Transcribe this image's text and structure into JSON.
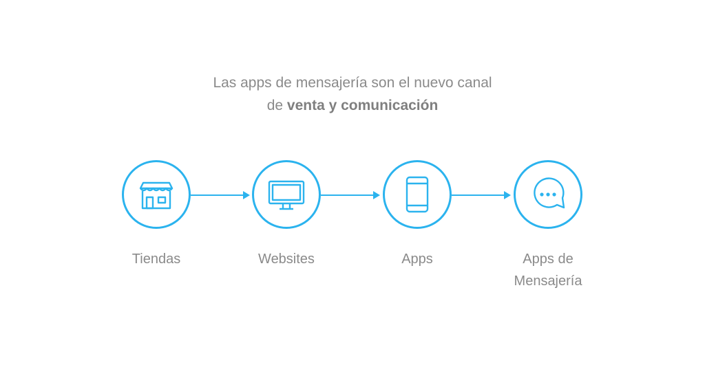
{
  "headline": {
    "line1": "Las apps de mensajería son el nuevo canal",
    "line2_prefix": "de ",
    "line2_bold": "venta y comunicación"
  },
  "accent_color": "#2bb3ee",
  "text_color": "#8a8a8a",
  "steps": [
    {
      "label": "Tiendas",
      "icon": "storefront-icon"
    },
    {
      "label": "Websites",
      "icon": "desktop-monitor-icon"
    },
    {
      "label": "Apps",
      "icon": "smartphone-icon"
    },
    {
      "label_line1": "Apps de",
      "label_line2": "Mensajería",
      "icon": "chat-bubble-icon"
    }
  ]
}
